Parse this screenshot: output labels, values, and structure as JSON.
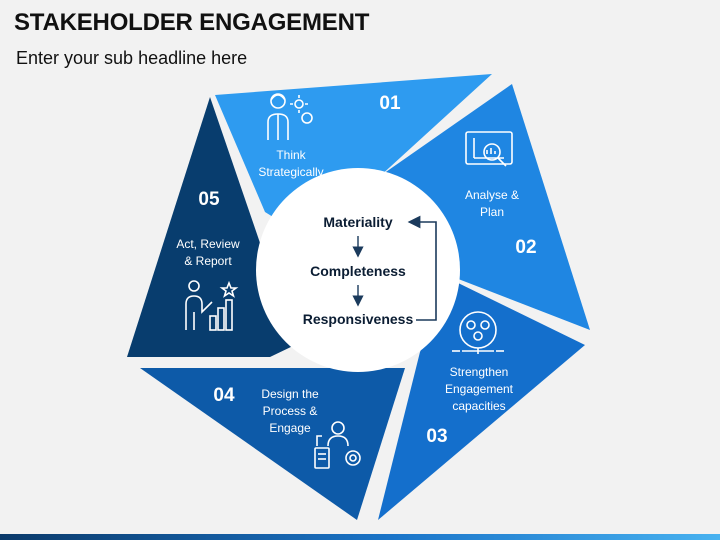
{
  "header": {
    "title": "STAKEHOLDER ENGAGEMENT",
    "subtitle": "Enter your sub headline here"
  },
  "center": {
    "items": [
      "Materiality",
      "Completeness",
      "Responsiveness"
    ]
  },
  "segments": [
    {
      "number": "01",
      "label_lines": [
        "Think",
        "Strategically"
      ],
      "color": "#2e9bf0",
      "icon": "strategy-person-gears-icon"
    },
    {
      "number": "02",
      "label_lines": [
        "Analyse &",
        "Plan"
      ],
      "color": "#1f86e2",
      "icon": "analysis-magnifier-icon"
    },
    {
      "number": "03",
      "label_lines": [
        "Strengthen",
        "Engagement",
        "capacities"
      ],
      "color": "#146fcc",
      "icon": "team-network-icon"
    },
    {
      "number": "04",
      "label_lines": [
        "Design the",
        "Process &",
        "Engage"
      ],
      "color": "#0d5aa8",
      "icon": "process-design-icon"
    },
    {
      "number": "05",
      "label_lines": [
        "Act, Review",
        "& Report"
      ],
      "color": "#083d6e",
      "icon": "achievement-chart-icon"
    }
  ]
}
